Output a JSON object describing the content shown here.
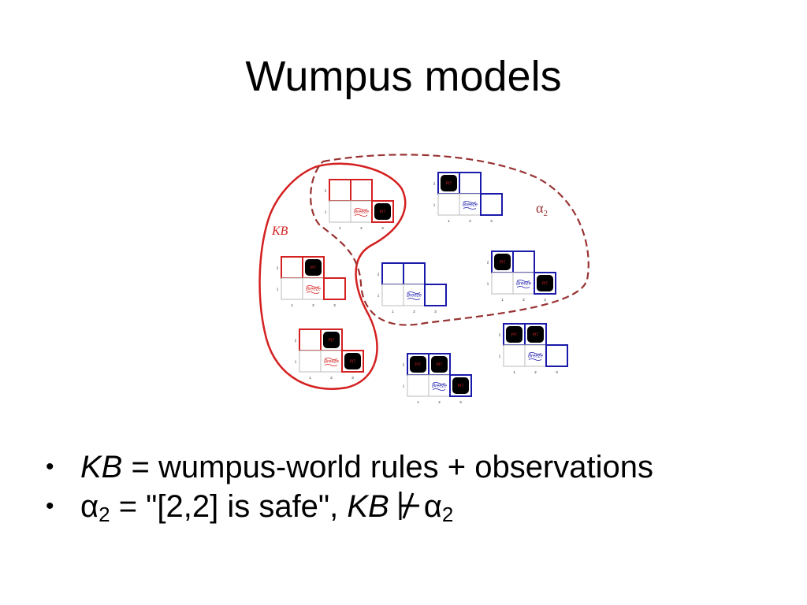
{
  "title": "Wumpus models",
  "diagram": {
    "kb_label": "KB",
    "alpha_symbol": "α",
    "alpha_sub": "2",
    "colors": {
      "kb": "#d42020",
      "blue": "#1a1aaa",
      "alpha": "#993333",
      "pit_fill": "#000000",
      "pit_text": "#cc2222",
      "breeze_red": "#d42020",
      "breeze_blue": "#1a1aaa"
    },
    "pit_label": "PIT",
    "breeze_label": "Breeze",
    "axis_numbers": {
      "x": [
        "1",
        "2",
        "3"
      ],
      "y": [
        "1",
        "2"
      ]
    },
    "models": [
      {
        "id": "m1",
        "color": "red",
        "pits": [
          "3,1"
        ]
      },
      {
        "id": "m2",
        "color": "red",
        "pits": [
          "2,2"
        ]
      },
      {
        "id": "m3",
        "color": "red",
        "pits": [
          "2,2",
          "3,1"
        ]
      },
      {
        "id": "m4",
        "color": "blue",
        "pits": [
          "1,2"
        ]
      },
      {
        "id": "m5",
        "color": "blue",
        "pits": []
      },
      {
        "id": "m6",
        "color": "blue",
        "pits": [
          "1,2",
          "3,1"
        ]
      },
      {
        "id": "m7",
        "color": "blue",
        "pits": [
          "1,2",
          "2,2"
        ]
      },
      {
        "id": "m8",
        "color": "blue",
        "pits": [
          "1,2",
          "2,2",
          "3,1"
        ]
      }
    ]
  },
  "bullets": [
    {
      "kb": "KB",
      "text": " = wumpus-world rules + observations"
    },
    {
      "alpha": "α",
      "sub": "2",
      "text": " = \"[2,2] is safe\", ",
      "kb": "KB",
      "alpha2": "α",
      "sub2": "2"
    }
  ]
}
